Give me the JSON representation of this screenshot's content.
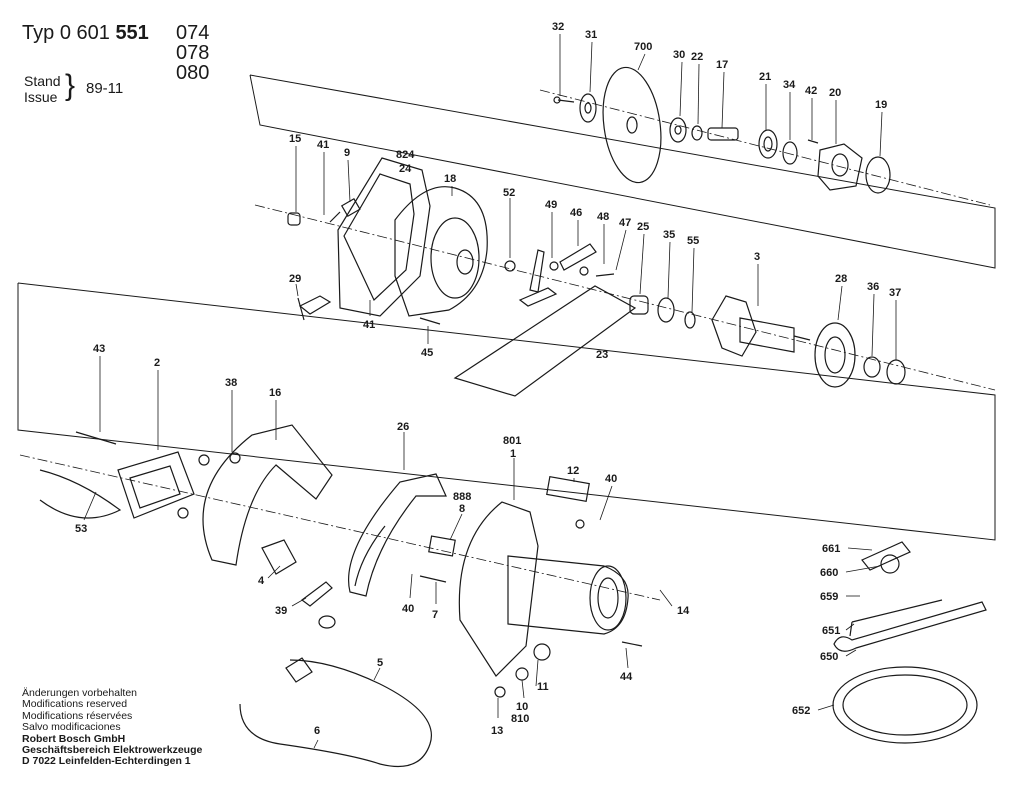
{
  "header": {
    "typ_label": "Typ",
    "typ_number": "0 601",
    "typ_number_bold": "551",
    "variants": [
      "074",
      "078",
      "080"
    ],
    "stand_label": "Stand",
    "issue_label": "Issue",
    "issue_date": "89-11"
  },
  "footer_notes": {
    "lines": [
      "Änderungen vorbehalten",
      "Modifications reserved",
      "Modifications réservées",
      "Salvo modificaciones"
    ],
    "company_lines": [
      "Robert Bosch GmbH",
      "Geschäftsbereich Elektrowerkzeuge",
      "D 7022 Leinfelden-Echterdingen 1"
    ]
  },
  "part_labels": {
    "p32": "32",
    "p31": "31",
    "p700": "700",
    "p30": "30",
    "p22": "22",
    "p17": "17",
    "p21": "21",
    "p34": "34",
    "p42": "42",
    "p20": "20",
    "p19": "19",
    "p15": "15",
    "p41a": "41",
    "p9": "9",
    "p824": "824",
    "p24": "24",
    "p18": "18",
    "p52": "52",
    "p49": "49",
    "p46": "46",
    "p48": "48",
    "p47": "47",
    "p25": "25",
    "p35": "35",
    "p55": "55",
    "p3": "3",
    "p28": "28",
    "p36": "36",
    "p37": "37",
    "p29": "29",
    "p41b": "41",
    "p45": "45",
    "p23": "23",
    "p43": "43",
    "p2": "2",
    "p38": "38",
    "p16": "16",
    "p26": "26",
    "p801": "801",
    "p1": "1",
    "p12": "12",
    "p40a": "40",
    "p888": "888",
    "p8": "8",
    "p53": "53",
    "p4": "4",
    "p39": "39",
    "p40b": "40",
    "p7": "7",
    "p14": "14",
    "p5": "5",
    "p6": "6",
    "p11": "11",
    "p10": "10",
    "p810": "810",
    "p13": "13",
    "p44": "44",
    "p661": "661",
    "p660": "660",
    "p659": "659",
    "p651": "651",
    "p650": "650",
    "p652": "652"
  }
}
